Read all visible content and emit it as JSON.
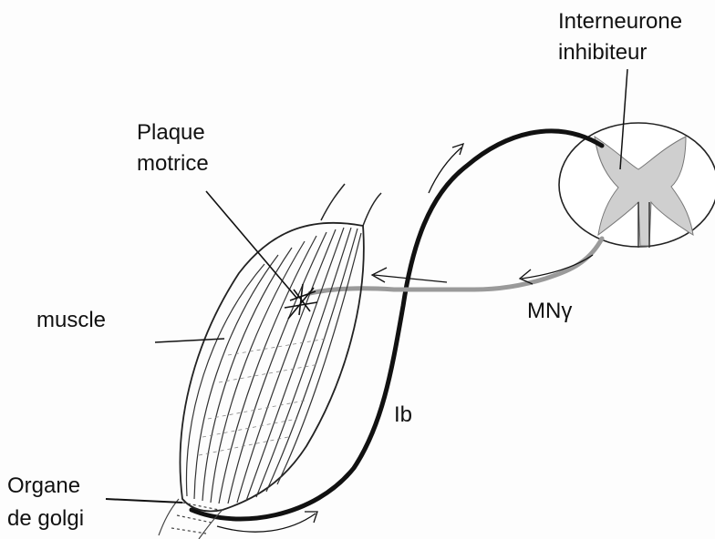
{
  "labels": {
    "interneurone": "Interneurone",
    "inhibiteur": "inhibiteur",
    "plaque": "Plaque",
    "motrice": "motrice",
    "muscle": "muscle",
    "mn_gamma": "MNγ",
    "ib": "Ib",
    "organe": "Organe",
    "de_golgi": "de golgi"
  },
  "colors": {
    "ink": "#111111",
    "fiber_light": "#9a9a9a",
    "grey_matter": "#c8c8c8"
  }
}
